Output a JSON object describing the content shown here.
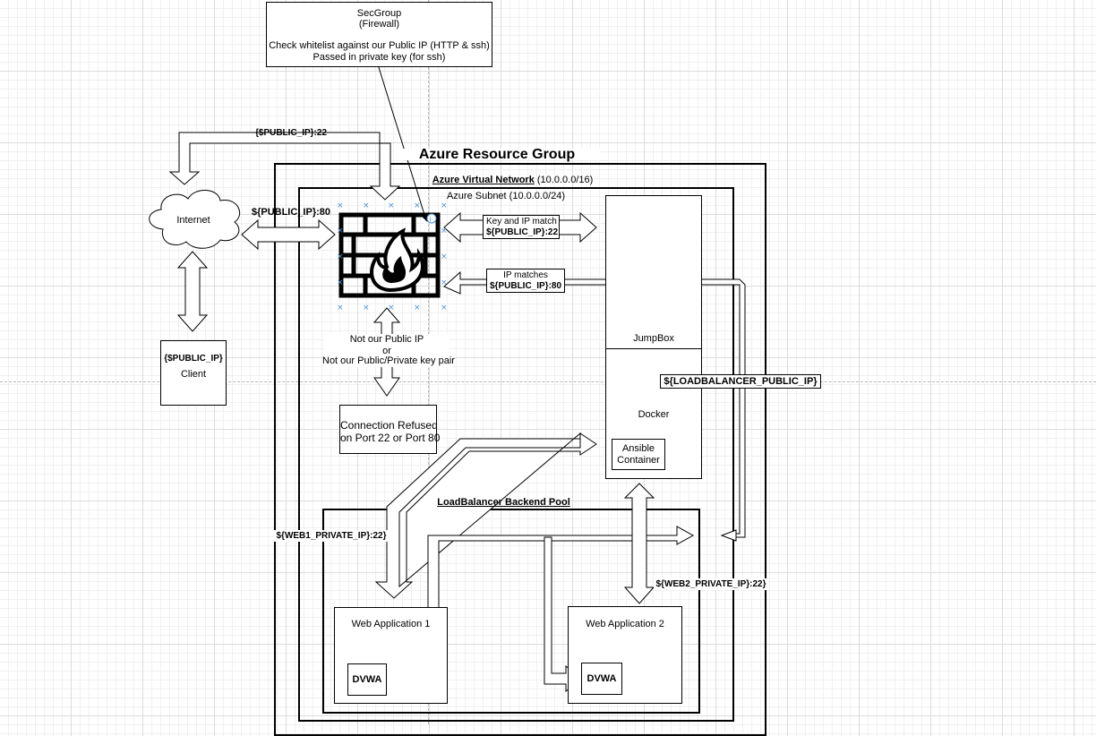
{
  "secgroup": {
    "title": "SecGroup",
    "subtitle": "(Firewall)",
    "line1": "Check whitelist against our Public IP (HTTP & ssh)",
    "line2": "Passed in private key (for ssh)"
  },
  "groups": {
    "resource_group": "Azure Resource Group",
    "vnet_name": "Azure Virtual Network",
    "vnet_cidr": "(10.0.0.0/16)",
    "subnet": "Azure Subnet (10.0.0.0/24)",
    "backend_pool": "LoadBalancer Backend Pool"
  },
  "nodes": {
    "internet": "Internet",
    "client_ip": "{$PUBLIC_IP}",
    "client": "Client",
    "refused_line1": "Connection Refused",
    "refused_line2": "on Port 22 or Port 80",
    "jumpbox": "JumpBox",
    "docker": "Docker",
    "ansible_line1": "Ansible",
    "ansible_line2": "Container",
    "web1": "Web Application 1",
    "web2": "Web Application 2",
    "dvwa1": "DVWA",
    "dvwa2": "DVWA"
  },
  "labels": {
    "ssh_top": "{$PUBLIC_IP}:22",
    "http_internet": "${PUBLIC_IP}:80",
    "key_match": "Key and IP match",
    "key_match_port": "${PUBLIC_IP}:22",
    "ip_match": "IP matches",
    "ip_match_port": "${PUBLIC_IP}:80",
    "not_public_1": "Not our Public IP",
    "not_public_2": "or",
    "not_public_3": "Not our Public/Private key pair",
    "lb_public_ip": "${LOADBALANCER_PUBLIC_IP}",
    "web1_private": "${WEB1_PRIVATE_IP}:22}",
    "web2_private": "${WEB2_PRIVATE_IP}:22}"
  },
  "icons": {
    "firewall": "firewall-icon",
    "cloud": "cloud-icon",
    "info": "info-icon"
  },
  "colors": {
    "line": "#000000",
    "selection_handle": "#4a90d9",
    "grid": "#dcdcdc"
  }
}
